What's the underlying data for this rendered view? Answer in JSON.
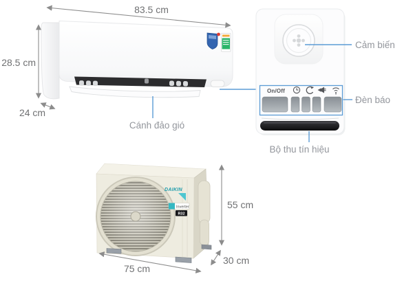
{
  "colors": {
    "annotation_blue": "#5b9bd5",
    "dimension_gray": "#8c8c8c",
    "dimension_text": "#6f7072",
    "label_text": "#93969c",
    "daikin_teal": "#2ba6b4"
  },
  "indoor_unit": {
    "width": "83.5 cm",
    "height": "28.5 cm",
    "depth": "24 cm",
    "deflector_label": "Cánh đảo gió"
  },
  "control_panel": {
    "sensor_label": "Cảm biến",
    "indicators_label": "Đèn báo",
    "receiver_label": "Bộ thu tín hiệu",
    "on_off": "On/Off",
    "icons": [
      "timer-clock-icon",
      "defrost-icon",
      "streamer-icon",
      "wifi-icon"
    ]
  },
  "outdoor_unit": {
    "height": "55 cm",
    "width": "75 cm",
    "depth": "30 cm",
    "brand": "DAIKIN",
    "inverter_badge": "Inverter",
    "refrigerant_badge": "R32"
  }
}
